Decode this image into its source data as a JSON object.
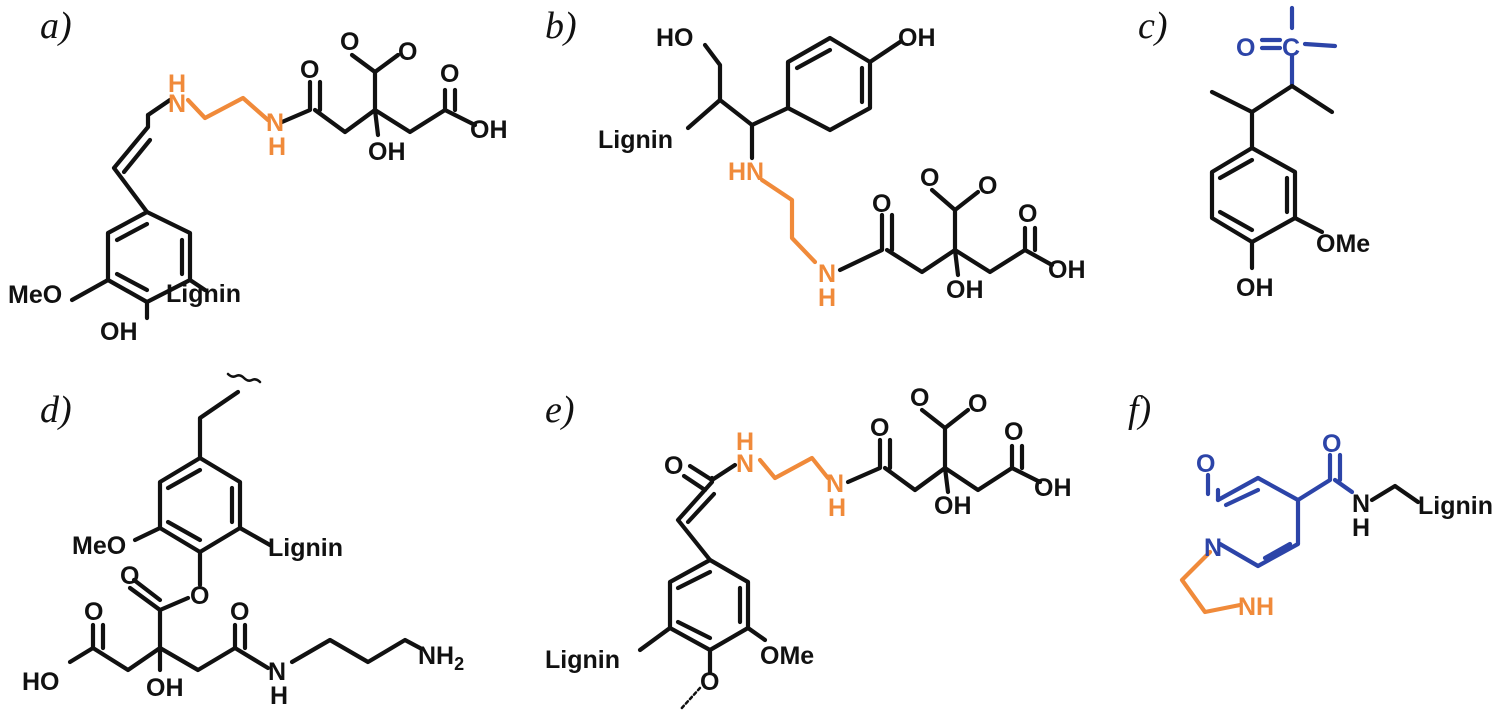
{
  "panels": {
    "a": {
      "label": "a)",
      "atoms": {
        "nh1": "H",
        "nh2": "H",
        "n1": "N",
        "n2": "N",
        "o_amide": "O",
        "o_top": "O",
        "o_top2": "O",
        "oh_mid": "OH",
        "o_acid": "O",
        "oh_acid": "OH",
        "meo": "MeO",
        "oh_bottom": "OH",
        "lignin": "Lignin"
      }
    },
    "b": {
      "label": "b)",
      "atoms": {
        "ho_top": "HO",
        "oh_ring": "OH",
        "lignin": "Lignin",
        "hn": "HN",
        "o_top": "O",
        "o_top2": "O",
        "o_amide": "O",
        "o_acid": "O",
        "n": "N",
        "h": "H",
        "oh_mid": "OH",
        "oh_acid": "OH"
      }
    },
    "c": {
      "label": "c)",
      "atoms": {
        "o": "O",
        "c": "C",
        "ome": "OMe",
        "oh": "OH"
      }
    },
    "d": {
      "label": "d)",
      "atoms": {
        "meo": "MeO",
        "lignin": "Lignin",
        "o_ester": "O",
        "o_ester2": "O",
        "o_acid": "O",
        "o_amide": "O",
        "ho": "HO",
        "oh": "OH",
        "h": "H",
        "n": "N",
        "nh2": "NH",
        "sub2": "2"
      }
    },
    "e": {
      "label": "e)",
      "atoms": {
        "o_left": "O",
        "n1": "N",
        "h1": "H",
        "n2": "N",
        "h2": "H",
        "o_amide": "O",
        "o_top": "O",
        "o_top2": "O",
        "oh_mid": "OH",
        "o_acid": "O",
        "oh_acid": "OH",
        "lignin": "Lignin",
        "ome": "OMe",
        "o_bottom": "O"
      }
    },
    "f": {
      "label": "f)",
      "atoms": {
        "o_ring": "O",
        "o_amide": "O",
        "n_ring": "N",
        "nh_ring": "NH",
        "n_amide": "N",
        "h_amide": "H",
        "lignin": "Lignin"
      }
    }
  },
  "colors": {
    "bond": "#111111",
    "highlight_orange": "#f08a3a",
    "highlight_blue": "#2c44a8"
  }
}
